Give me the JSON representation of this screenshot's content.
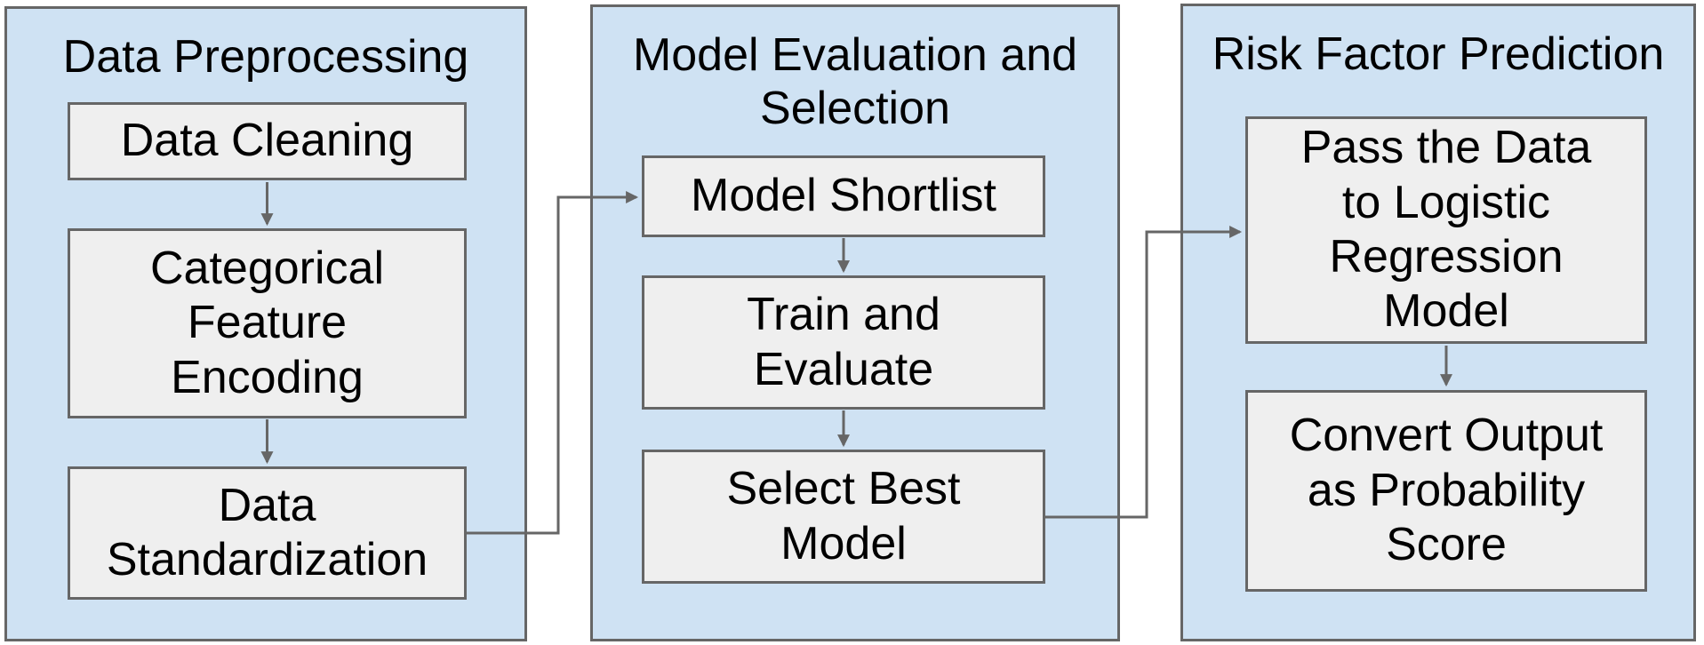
{
  "diagram": {
    "type": "flowchart",
    "colors": {
      "panel_fill": "#cfe2f3",
      "panel_border": "#666666",
      "node_fill": "#efefef",
      "node_border": "#666666",
      "arrow": "#666666",
      "text": "#000000",
      "background": "#ffffff"
    },
    "panels": [
      {
        "title": "Data Preprocessing",
        "boxes": [
          {
            "label": "Data Cleaning"
          },
          {
            "label": "Categorical\nFeature\nEncoding"
          },
          {
            "label": "Data\nStandardization"
          }
        ]
      },
      {
        "title": "Model Evaluation and\nSelection",
        "boxes": [
          {
            "label": "Model Shortlist"
          },
          {
            "label": "Train and\nEvaluate"
          },
          {
            "label": "Select Best\nModel"
          }
        ]
      },
      {
        "title": "Risk Factor Prediction",
        "boxes": [
          {
            "label": "Pass the Data\nto Logistic\nRegression\nModel"
          },
          {
            "label": "Convert Output\nas Probability\nScore"
          }
        ]
      }
    ],
    "connections": [
      {
        "from": "Data Cleaning",
        "to": "Categorical Feature Encoding",
        "style": "straight-down"
      },
      {
        "from": "Categorical Feature Encoding",
        "to": "Data Standardization",
        "style": "straight-down"
      },
      {
        "from": "Data Standardization",
        "to": "Model Shortlist",
        "style": "elbow-right-up-right"
      },
      {
        "from": "Model Shortlist",
        "to": "Train and Evaluate",
        "style": "straight-down"
      },
      {
        "from": "Train and Evaluate",
        "to": "Select Best Model",
        "style": "straight-down"
      },
      {
        "from": "Select Best Model",
        "to": "Pass the Data to Logistic Regression Model",
        "style": "elbow-right-up-right"
      },
      {
        "from": "Pass the Data to Logistic Regression Model",
        "to": "Convert Output as Probability Score",
        "style": "straight-down"
      }
    ]
  }
}
